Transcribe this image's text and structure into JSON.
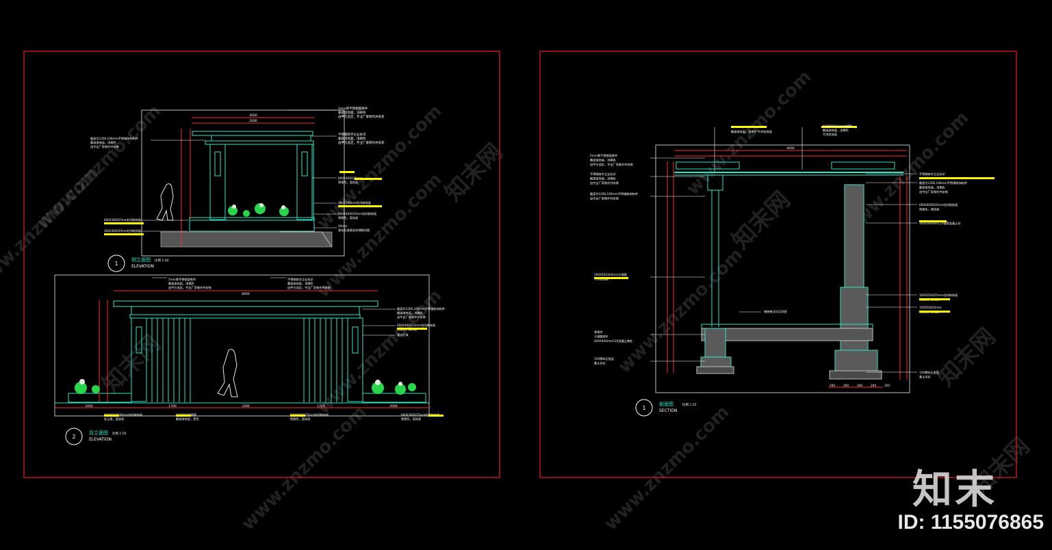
{
  "colors": {
    "frame": "#c1121f",
    "line": "#2ee6c8",
    "yellow": "#ffff00",
    "red": "#ff2a2a",
    "white": "#ffffff",
    "gray": "#bfbfbf",
    "green": "#27d64a"
  },
  "watermark": {
    "site": "www.znzmo.com",
    "brand_cn": "知末网",
    "brand": "知末",
    "image_id": "ID: 1155076865"
  },
  "sheet_left": {
    "elev1": {
      "number": "1",
      "title_cn": "侧立面图",
      "title_en": "ELEVATION",
      "scale": "比例 1:40",
      "dims": [
        "4000",
        "2000"
      ],
      "notes_top": [
        "5mm厚不锈钢面铁件",
        "氟碳漆饰面，浅褐色",
        "由甲方选定，专业厂家制作并安装"
      ],
      "notes_right": [
        "不锈钢饰字企业标识",
        "氟碳漆饰面，浅褐色",
        "由甲方选定，专业厂家制作并安装"
      ],
      "notes_left": [
        "截面为1200,100mm不锈钢装饰构件",
        "氟碳漆饰面，浅褐色",
        "由专业厂家制作并安装"
      ],
      "note_a": [
        "600X400X25mm",
        "锈黄色，荔枝面"
      ],
      "note_b": "100X350mm柱间装饰面",
      "note_c": [
        "600X450X25mm柱间装饰面",
        "锈黄色，荔枝面"
      ],
      "note_d": [
        "20mm",
        "源化及源源选充铺铺详图"
      ],
      "note_e": "600X300X25mm柱间装饰面",
      "note_f": "300X300X20mm柱间装饰面"
    },
    "elev2": {
      "number": "2",
      "title_cn": "背立面图",
      "title_en": "ELEVATION",
      "scale": "比例 1:50",
      "dims_bottom": [
        "2000",
        "1700",
        "3300",
        "1700",
        "2000"
      ],
      "dim_top": "8000",
      "notes_top": [
        "5mm厚不锈钢面铁件",
        "氟碳漆饰面，浅褐色",
        "由甲方选定，专业厂家制作并安装"
      ],
      "notes_top2": [
        "不锈钢饰字企业标识",
        "氟碳漆饰面，浅褐色",
        "由甲方选定，专业厂家制作并安装"
      ],
      "notes_right": [
        "截面为1200,100mm不锈钢装饰构件",
        "氟碳漆饰面，浅褐色",
        "由专业厂家制作并安装"
      ],
      "note_r2": [
        "600X400X25mm柱间装饰面",
        "锈黄色，荔枝面"
      ],
      "note_r3": "观点打具",
      "notes_bottom": [
        [
          "600X210X30mm柱间装饰面",
          "乳山青，荔枝面"
        ],
        [
          "100X50X3钢管",
          "氟碳漆饰面，黑色"
        ],
        [
          "600X450X25mm柱间装饰面",
          "锈黄色，荔枝面"
        ],
        [
          "600X300X25mm柱间装饰面",
          "锈黄色，荔枝面"
        ]
      ]
    }
  },
  "sheet_right": {
    "section": {
      "number": "1",
      "title_cn": "剖面图",
      "title_en": "SECTION",
      "scale": "比例 1:25",
      "dim_top": "4000",
      "notes_top": [
        "氟碳漆饰面，浅褐色  竹木纹饰面"
      ],
      "notes_top2": [
        "120X60X2mm方钢管",
        "氟碳漆饰面，浅褐色",
        "竹木纹饰面"
      ],
      "notes_left": [
        [
          "5mm厚不锈钢面铁件",
          "氟碳漆饰面，浅褐色",
          "由甲方选定，专业厂家制作并安装"
        ],
        [
          "不锈钢饰字企业标识",
          "氟碳漆饰面，浅褐色",
          "由专业厂家制作并安装"
        ],
        [
          "截面为1200,100mm不锈钢装饰构件",
          "由专业厂家制作并安装"
        ],
        [
          "100X50X3X4mm方钢管",
          "竹木纹饰面"
        ],
        [
          "预埋件",
          "与钢管焊牢",
          "400X400mmC20混凝土墩柱"
        ],
        [
          "150厚碎石垫层",
          "素土夯实"
        ]
      ],
      "notes_right": [
        "不锈钢饰字企业标识",
        [
          "截面为1200,100mm不锈钢装饰构件",
          "氟碳漆饰面，浅褐色",
          "由专业厂家制作并安装"
        ],
        [
          "600X400X25mm柱间装饰面",
          "锈黄色，荔枝面"
        ],
        "300X300mmC25钢筋混凝土柱",
        [
          "100X350X25mm柱间装饰面",
          "锈黄色，荔枝面"
        ],
        [
          "100X50X25mm",
          "锈黄色，荔枝面"
        ],
        [
          "150厚碎石垫层",
          "素土夯实"
        ]
      ],
      "note_mid": "铺装做法详见详图",
      "dims_bottom": [
        "100",
        "200",
        "300",
        "200",
        "100"
      ]
    }
  }
}
